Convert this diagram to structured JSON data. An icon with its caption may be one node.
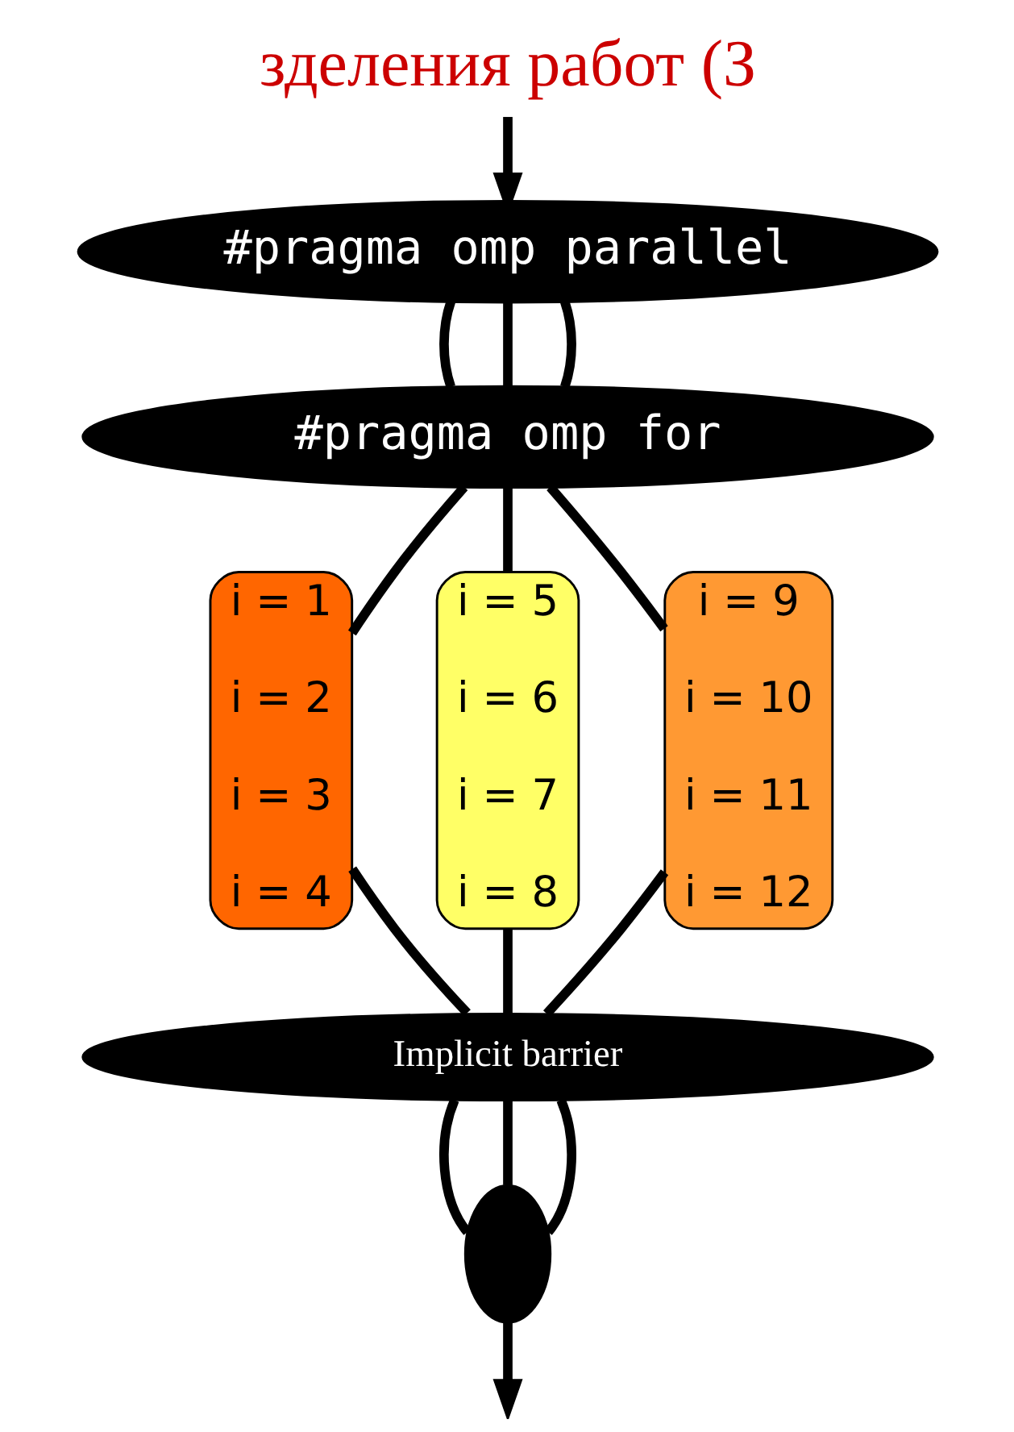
{
  "diagram": {
    "title": "зделения работ (З",
    "nodes": [
      {
        "text": [
          "#pragma omp parallel"
        ]
      },
      {
        "text": [
          "#pragma omp for"
        ]
      },
      {
        "text": [
          "i = 1",
          "i = 2",
          "i = 3",
          "i = 4"
        ]
      },
      {
        "text": [
          "i = 5",
          "i = 6",
          "i = 7",
          "i = 8"
        ]
      },
      {
        "text": [
          "i = 9",
          "i = 10",
          "i = 11",
          "i = 12"
        ]
      },
      {
        "text": [
          "Implicit barrier"
        ]
      },
      {
        "text": [],
        "shape": "ellipse"
      }
    ],
    "edges": [
      {
        "from": null,
        "to": 0,
        "arrow": "to"
      },
      {
        "from": 0,
        "to": 1,
        "arrow": "none"
      },
      {
        "from": 0,
        "to": 1,
        "arrow": "none"
      },
      {
        "from": 0,
        "to": 1,
        "arrow": "none"
      },
      {
        "from": 1,
        "to": 2,
        "arrow": "none"
      },
      {
        "from": 1,
        "to": 3,
        "arrow": "none"
      },
      {
        "from": 1,
        "to": 4,
        "arrow": "none"
      },
      {
        "from": 2,
        "to": 5,
        "arrow": "none"
      },
      {
        "from": 3,
        "to": 5,
        "arrow": "none"
      },
      {
        "from": 4,
        "to": 5,
        "arrow": "none"
      },
      {
        "from": 5,
        "to": 6,
        "arrow": "none"
      },
      {
        "from": 5,
        "to": 6,
        "arrow": "none"
      },
      {
        "from": 5,
        "to": 6,
        "arrow": "none"
      },
      {
        "from": 6,
        "to": null,
        "arrow": "to"
      }
    ]
  }
}
